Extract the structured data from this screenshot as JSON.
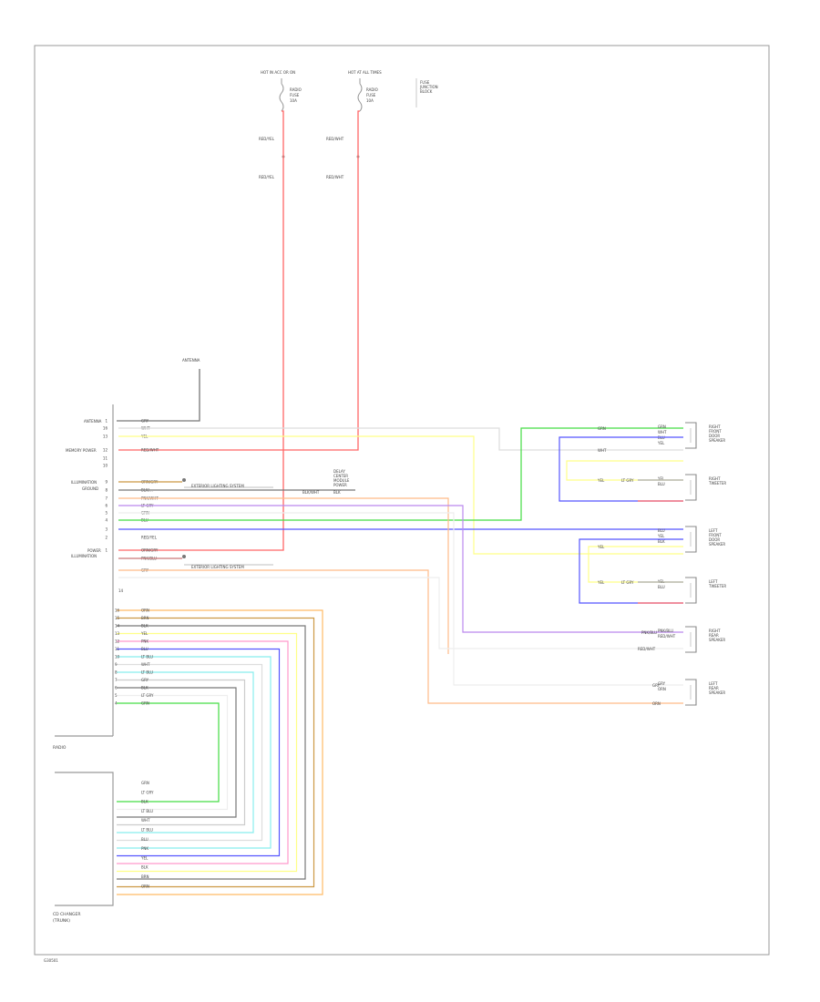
{
  "fuses": {
    "left": {
      "header": "HOT IN ACC OR ON",
      "lines": [
        "RADIO",
        "FUSE",
        "10A"
      ]
    },
    "right": {
      "header": "HOT AT ALL TIMES",
      "lines": [
        "RADIO",
        "FUSE",
        "10A"
      ]
    },
    "box": [
      "FUSE",
      "JUNCTION",
      "BLOCK"
    ]
  },
  "wire_tags": {
    "left_upper": "RED/YEL",
    "left_lower": "RED/YEL",
    "right_upper": "RED/WHT",
    "right_lower": "RED/WHT"
  },
  "antenna_label": "ANTENNA",
  "radio_left_labels": {
    "antenna": "ANTENNA",
    "memory": "MEMORY POWER",
    "illumination": "ILLUMINATION",
    "ground": "GROUND",
    "power": "POWER",
    "illumination2": "ILLUMINATION"
  },
  "radio_pins_upper": [
    "1",
    "16",
    "13",
    "12",
    "11",
    "10",
    "9",
    "8",
    "7",
    "6",
    "5",
    "4",
    "3",
    "2",
    "1"
  ],
  "radio_wires_upper": [
    "GRY",
    "WHT",
    "YEL",
    "RED/WHT",
    "",
    "",
    "ORN/GRY",
    "BLK/...",
    "PNK/WHT",
    "LT GRY",
    "GRN",
    "BLU",
    "",
    "RED/YEL",
    "ORN/GRY",
    "PNK/BLU",
    "GRY"
  ],
  "note_illumination_1": "EXTERIOR LIGHTING SYSTEM",
  "note_illumination_2": "EXTERIOR LIGHTING SYSTEM",
  "relay_label": [
    "DELAY",
    "CENTER",
    "MODULE",
    "POWER"
  ],
  "relay_tags": [
    "BLK/WHT",
    "BLK"
  ],
  "radio_pin_note": "14",
  "radio_pins_lower": [
    "16",
    "15",
    "14",
    "13",
    "12",
    "11",
    "10",
    "9",
    "8",
    "7",
    "6",
    "5",
    "4",
    "3",
    "2",
    "1"
  ],
  "radio_wires_lower": [
    "ORN",
    "BRN",
    "BLK",
    "YEL",
    "PNK",
    "BLU",
    "LT BLU",
    "WHT",
    "LT BLU",
    "GRY",
    "BLK",
    "LT GRY",
    "GRN"
  ],
  "radio_name": "RADIO",
  "changer_wires": [
    "GRN",
    "LT GRY",
    "BLK",
    "LT BLU",
    "WHT",
    "LT BLU",
    "BLU",
    "PNK",
    "YEL",
    "BLK",
    "BRN",
    "ORN"
  ],
  "changer_name": [
    "CD CHANGER",
    "(TRUNK)"
  ],
  "footer": "G30501",
  "speakers": [
    {
      "name": [
        "RIGHT",
        "FRONT",
        "DOOR",
        "SPEAKER"
      ],
      "tags": [
        "GRN",
        "WHT",
        "BLU",
        "YEL"
      ]
    },
    {
      "name": [
        "RIGHT",
        "TWEETER"
      ],
      "tags": [
        "YEL",
        "BLU"
      ]
    },
    {
      "name": [
        "LEFT",
        "FRONT",
        "DOOR",
        "SPEAKER"
      ],
      "tags": [
        "BLU",
        "YEL",
        "BLK"
      ]
    },
    {
      "name": [
        "LEFT",
        "TWEETER"
      ],
      "tags": [
        "YEL",
        "BLU"
      ]
    },
    {
      "name": [
        "RIGHT",
        "REAR",
        "SPEAKER"
      ],
      "tags": [
        "PNK/BLU",
        "RED/WHT"
      ]
    },
    {
      "name": [
        "LEFT",
        "REAR",
        "SPEAKER"
      ],
      "tags": [
        "GRY",
        "ORN"
      ]
    }
  ],
  "speaker_wire_labels": {
    "rf_top": "GRN",
    "rf_mid": "WHT",
    "rt_left": "YEL",
    "rt_mid": "LT GRY",
    "lf_left": "YEL",
    "lt_left": "YEL",
    "lt_mid": "LT GRY",
    "rr_top": "PNK/BLU",
    "rr_bot": "RED/WHT",
    "lr_top": "GRY",
    "lr_bot": "ORN"
  }
}
